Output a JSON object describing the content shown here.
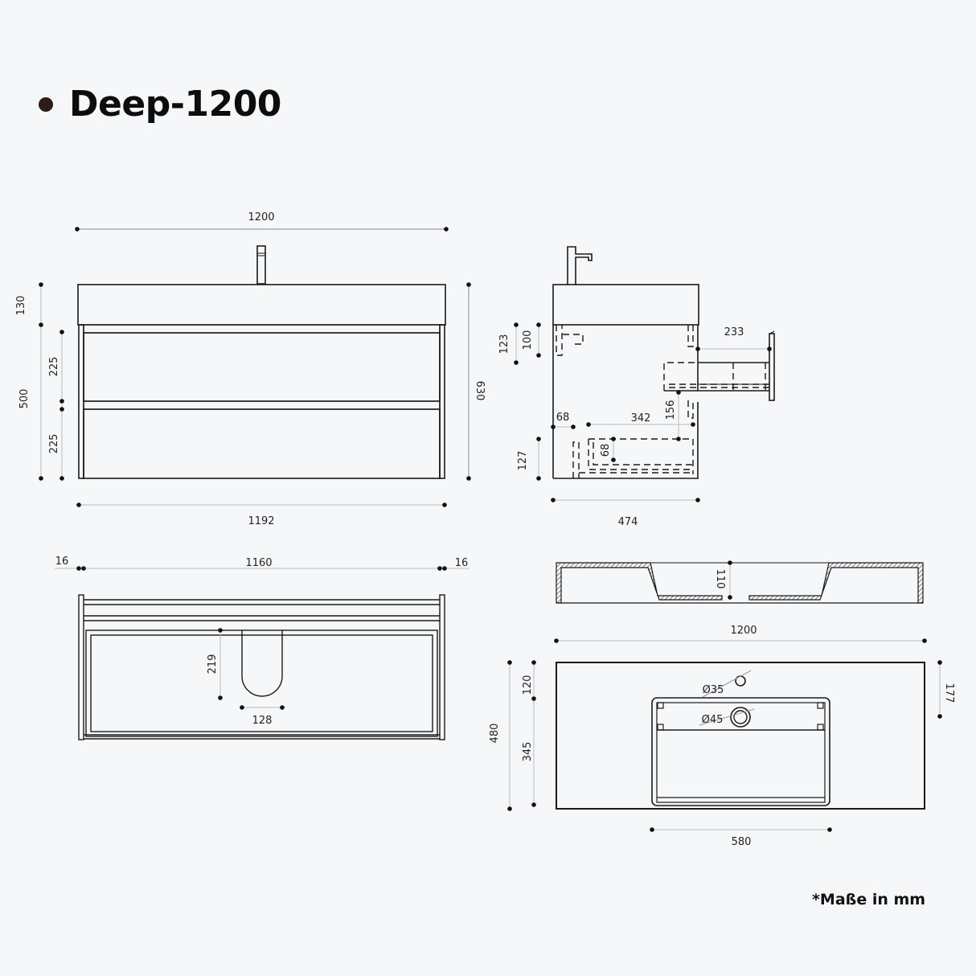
{
  "header": {
    "title": "Deep-1200",
    "bullet_color": "#2e1d14"
  },
  "footnote": "*Maße in mm",
  "colors": {
    "background": "#f6f7f9",
    "line": "#1a1a1a",
    "dimension_line": "#b5b5b5",
    "dimension_dot": "#1a1a1a"
  },
  "views": {
    "front": {
      "width_top": "1200",
      "width_bottom": "1192",
      "height_basin": "130",
      "height_body": "500",
      "drawer_top": "225",
      "drawer_bottom": "225",
      "height_total": "630"
    },
    "side": {
      "depth": "474",
      "drawer_extension": "233",
      "dim_123": "123",
      "dim_100": "100",
      "dim_68_horizontal": "68",
      "dim_342": "342",
      "dim_156": "156",
      "dim_68_vertical": "68",
      "dim_127": "127"
    },
    "top_cabinet": {
      "side_left": "16",
      "inner_width": "1160",
      "side_right": "16",
      "cutout_depth": "219",
      "cutout_width": "128"
    },
    "basin_section": {
      "basin_depth": "110"
    },
    "basin_top": {
      "width": "1200",
      "depth": "480",
      "front_to_basin": "120",
      "basin_length": "345",
      "tap_offset": "177",
      "tap_hole": "Ø35",
      "drain_hole": "Ø45",
      "basin_width": "580"
    }
  }
}
